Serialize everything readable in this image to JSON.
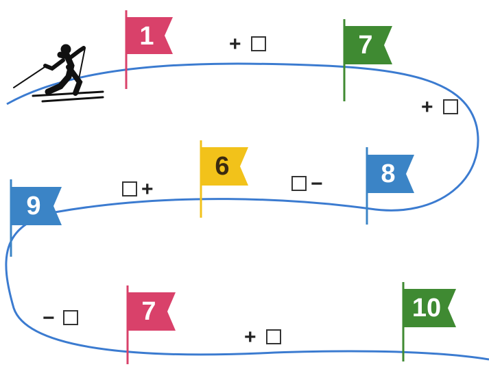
{
  "flags": [
    {
      "id": "flag-1",
      "number": "1",
      "color": "#d9416a"
    },
    {
      "id": "flag-7-top",
      "number": "7",
      "color": "#3f8a32"
    },
    {
      "id": "flag-6",
      "number": "6",
      "color": "#f2c21a"
    },
    {
      "id": "flag-8",
      "number": "8",
      "color": "#3b84c6"
    },
    {
      "id": "flag-9",
      "number": "9",
      "color": "#3b84c6"
    },
    {
      "id": "flag-7-bottom",
      "number": "7",
      "color": "#d9416a"
    },
    {
      "id": "flag-10",
      "number": "10",
      "color": "#3f8a32"
    }
  ],
  "operations": {
    "op1": "+",
    "op2": "+",
    "op3": "−",
    "op4": "+",
    "op5": "−",
    "op6": "+"
  },
  "track_color": "#3b7bd0",
  "icons": [
    "skier-icon",
    "flag-icon",
    "empty-box-icon"
  ]
}
